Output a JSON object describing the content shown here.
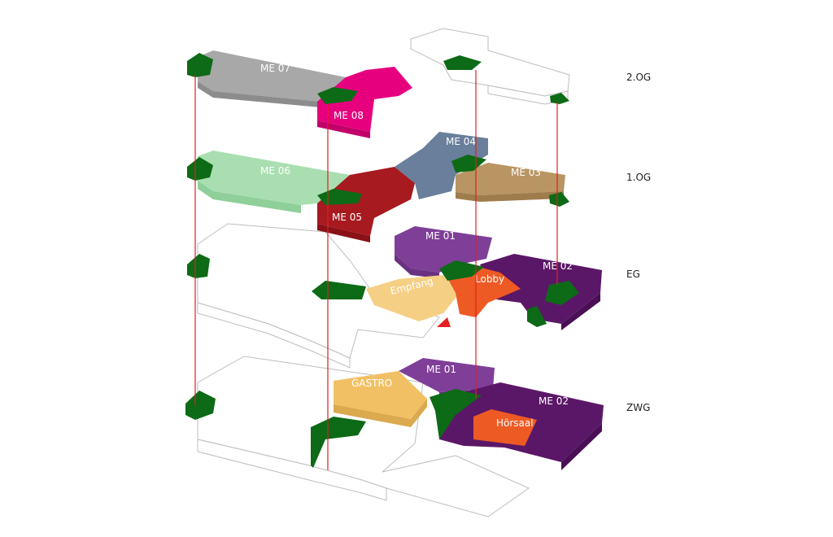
{
  "colors": {
    "core": "#0d6a16",
    "core_top": "#137a1e",
    "shaft": "#e02020",
    "outline": "#bdbdbd",
    "entrance": "#e62020",
    "ME07": "#a8a8a8",
    "ME08": "#e6007e",
    "ME06": "#a9dfb0",
    "ME05": "#a71a20",
    "ME04": "#697f9b",
    "ME03": "#b99563",
    "ME01": "#7f3f98",
    "ME02": "#5b1767",
    "Empfang": "#f5cf84",
    "Lobby": "#ee5a24",
    "GASTRO": "#f2c064",
    "Hoersaal": "#ee5a24"
  },
  "levels": {
    "og2": "2.OG",
    "og1": "1.OG",
    "eg": "EG",
    "zwg": "ZWG"
  },
  "labels": {
    "me07": "ME 07",
    "me08": "ME 08",
    "me06": "ME 06",
    "me05": "ME 05",
    "me04": "ME 04",
    "me03": "ME 03",
    "me01_eg": "ME 01",
    "me02_eg": "ME 02",
    "empfang": "Empfang",
    "lobby": "Lobby",
    "gastro": "GASTRO",
    "me01_zwg": "ME 01",
    "me02_zwg": "ME 02",
    "hoersaal": "Hörsaal"
  }
}
